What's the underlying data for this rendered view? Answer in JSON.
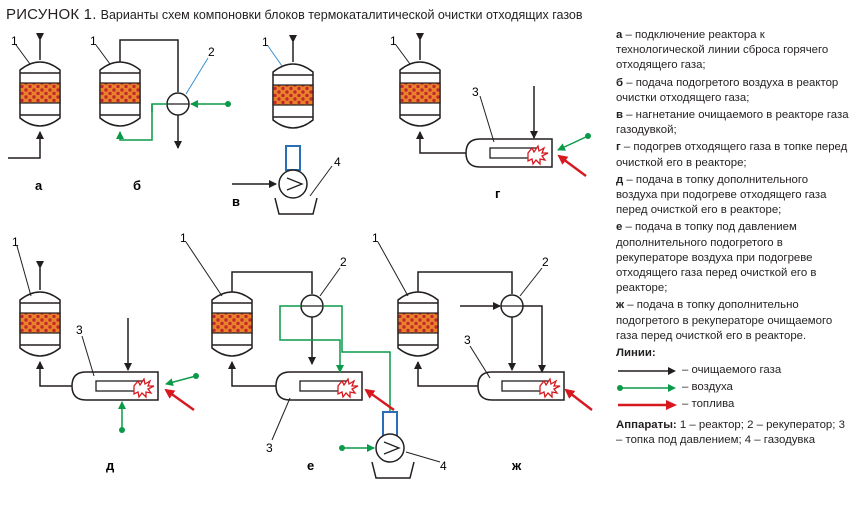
{
  "title": {
    "fig": "РИСУНОК 1.",
    "caption": "Варианты схем компоновки блоков термокаталитической очистки отходящих газов"
  },
  "panels": {
    "a": "а",
    "b": "б",
    "v": "в",
    "g": "г",
    "d": "д",
    "e": "е",
    "zh": "ж"
  },
  "numbers": {
    "n1": "1",
    "n2": "2",
    "n3": "3",
    "n4": "4"
  },
  "legend": {
    "a_key": "а",
    "a_text": " – подключение реактора к технологической линии сброса горячего отходящего газа;",
    "b_key": "б",
    "b_text": " – подача подогретого воздуха в реактор очистки отходящего газа;",
    "v_key": "в",
    "v_text": " – нагнетание очищаемого в реакторе газа газодувкой;",
    "g_key": "г",
    "g_text": " – подогрев отходящего газа в топке перед очисткой его в реакторе;",
    "d_key": "д",
    "d_text": " – подача в топку дополнительного воздуха при подогреве отходящего газа перед очисткой его в реакторе;",
    "e_key": "е",
    "e_text": " – подача в топку под давлением дополнительного подогретого в рекуператоре воздуха при подогреве отходящего газа перед очисткой его в реакторе;",
    "zh_key": "ж",
    "zh_text": " – подача в топку дополнительно подогретого в рекуператоре очищаемого газа перед очисткой его в реакторе.",
    "lines_title": "Линии:",
    "line_gas": "– очищаемого газа",
    "line_air": "– воздуха",
    "line_fuel": "– топлива",
    "apparatus_title": "Аппараты:",
    "apparatus_text": " 1 – реактор; 2 – рекуператор; 3 – топка под давлением; 4 – газодувка"
  },
  "colors": {
    "gas": "#231f20",
    "air": "#0a9a48",
    "fuel": "#d7191f",
    "catalyst": "#e8832a",
    "catalyst_dots": "#c1272d",
    "blower_pipe": "#2a6fb5",
    "leader": "#3a8fd0"
  }
}
